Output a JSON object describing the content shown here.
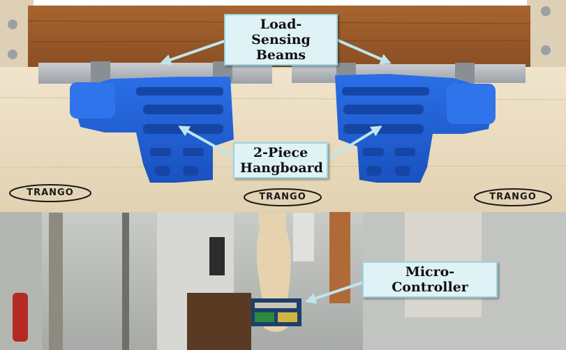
{
  "labels": {
    "beams_line1": "Load-Sensing",
    "beams_line2": "Beams",
    "hangboard_line1": "2-Piece",
    "hangboard_line2": "Hangboard",
    "controller": "Micro-Controller"
  },
  "logos": [
    "TRANGO",
    "TRANGO",
    "TRANGO"
  ],
  "colors": {
    "hold_blue": "#1f5fd6",
    "wood_light": "#eadcc0",
    "wood_dark": "#9a5a2c",
    "label_bg": "#dff3f7",
    "label_border": "#9ad4e0",
    "arrow": "#bfe6ee"
  }
}
